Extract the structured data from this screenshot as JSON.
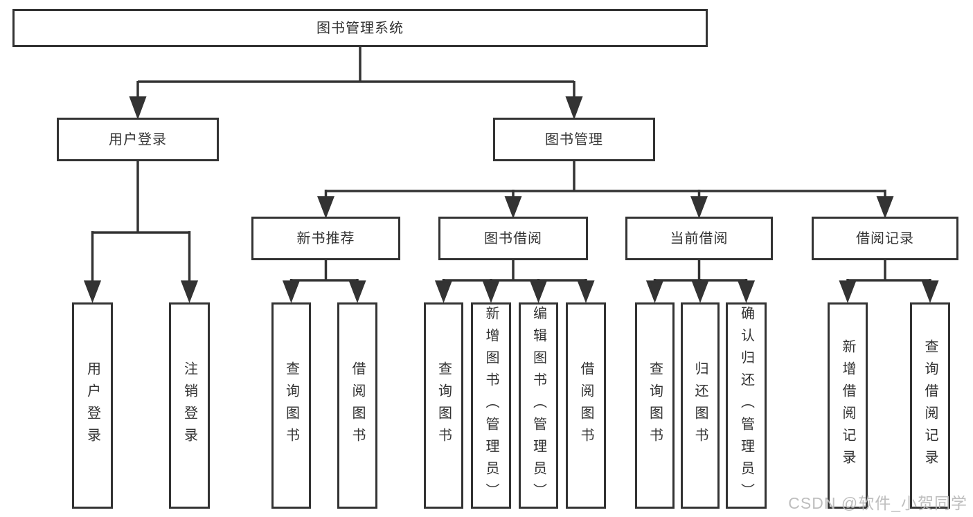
{
  "diagram_type": "hierarchy-tree",
  "tree": {
    "label": "图书管理系统",
    "children": [
      {
        "label": "用户登录",
        "children": [
          {
            "label": "用户登录"
          },
          {
            "label": "注销登录"
          }
        ]
      },
      {
        "label": "图书管理",
        "children": [
          {
            "label": "新书推荐",
            "children": [
              {
                "label": "查询图书"
              },
              {
                "label": "借阅图书"
              }
            ]
          },
          {
            "label": "图书借阅",
            "children": [
              {
                "label": "查询图书"
              },
              {
                "label": "新增图书（管理员）"
              },
              {
                "label": "编辑图书（管理员）"
              },
              {
                "label": "借阅图书"
              }
            ]
          },
          {
            "label": "当前借阅",
            "children": [
              {
                "label": "查询图书"
              },
              {
                "label": "归还图书"
              },
              {
                "label": "确认归还（管理员）"
              }
            ]
          },
          {
            "label": "借阅记录",
            "children": [
              {
                "label": "新增借阅记录"
              },
              {
                "label": "查询借阅记录"
              }
            ]
          }
        ]
      }
    ]
  },
  "watermark": "CSDN @软件_小贺同学",
  "colors": {
    "line": "#333333",
    "text": "#333333",
    "box_fill": "#ffffff",
    "watermark": "#b8b8b8"
  }
}
